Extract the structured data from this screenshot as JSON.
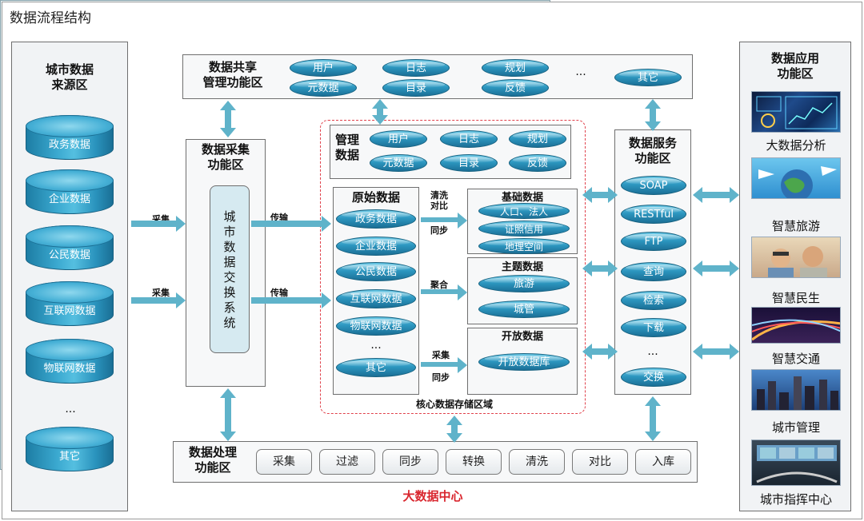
{
  "page_title": "数据流程结构",
  "source_zone": {
    "title": "城市数据\n来源区",
    "items": [
      "政务数据",
      "企业数据",
      "公民数据",
      "互联网数据",
      "物联网数据",
      "...",
      "其它"
    ]
  },
  "share_zone": {
    "title": "数据共享\n管理功能区",
    "items": [
      "用户",
      "元数据",
      "日志",
      "目录",
      "规划",
      "反馈",
      "...",
      "其它"
    ]
  },
  "collect_zone": {
    "title": "数据采集\n功能区",
    "exchange_system": "城\n市\n数\n据\n交\n换\n系\n统"
  },
  "flow_labels": {
    "collect_1": "采集",
    "collect_2": "采集",
    "transfer_1": "传输",
    "transfer_2": "传输",
    "clean_compare": "清洗\n对比",
    "sync_1": "同步",
    "aggregate": "聚合",
    "collect_3": "采集",
    "sync_2": "同步"
  },
  "management_data": {
    "title": "管理\n数据",
    "items": [
      "用户",
      "日志",
      "规划",
      "元数据",
      "目录",
      "反馈"
    ]
  },
  "raw_data": {
    "title": "原始数据",
    "items": [
      "政务数据",
      "企业数据",
      "公民数据",
      "互联网数据",
      "物联网数据",
      "...",
      "其它"
    ]
  },
  "basic_data": {
    "title": "基础数据",
    "items": [
      "人口、法人",
      "证照信用",
      "地理空间"
    ]
  },
  "theme_data": {
    "title": "主题数据",
    "items": [
      "旅游",
      "城管"
    ]
  },
  "open_data": {
    "title": "开放数据",
    "items": [
      "开放数据库"
    ]
  },
  "core_storage": "核心数据存储区域",
  "service_zone": {
    "title": "数据服务\n功能区",
    "items": [
      "SOAP",
      "RESTful",
      "FTP",
      "查询",
      "检索",
      "下载",
      "...",
      "交换"
    ]
  },
  "process_zone": {
    "title": "数据处理\n功能区",
    "items": [
      "采集",
      "过滤",
      "同步",
      "转换",
      "清洗",
      "对比",
      "入库"
    ]
  },
  "center_title": "大数据中心",
  "app_zone": {
    "title": "数据应用\n功能区",
    "items": [
      "大数据分析",
      "智慧旅游",
      "智慧民生",
      "智慧交通",
      "城市管理",
      "城市指挥中心"
    ]
  },
  "colors": {
    "accent": "#2d97c0",
    "arrow": "#5fb3ca",
    "highlight_red": "#d9262e",
    "dashed_border": "#e0414b"
  }
}
